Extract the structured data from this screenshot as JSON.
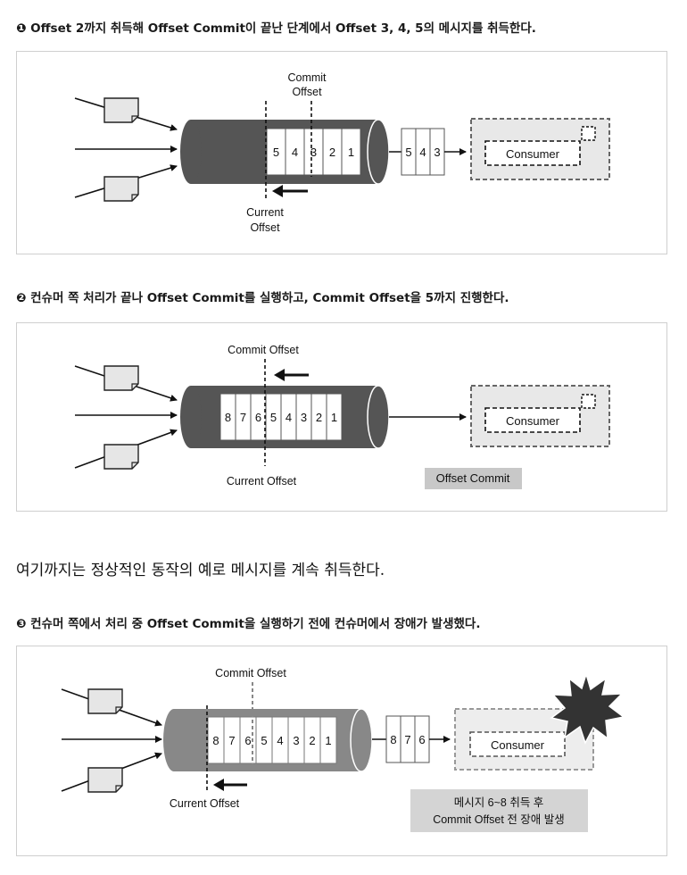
{
  "sections": [
    {
      "heading": "❶ Offset 2까지 취득해 Offset Commit이 끝난 단계에서 Offset 3, 4, 5의 메시지를 취득한다.",
      "queue_cells": [
        "5",
        "4",
        "3",
        "2",
        "1"
      ],
      "fetched_cells": [
        "5",
        "4",
        "3"
      ],
      "commit_label_1": "Commit",
      "commit_label_2": "Offset",
      "current_label_1": "Current",
      "current_label_2": "Offset",
      "consumer_label": "Consumer"
    },
    {
      "heading": "❷ 컨슈머 쪽 처리가 끝나 Offset Commit를 실행하고, Commit Offset을 5까지 진행한다.",
      "queue_cells": [
        "8",
        "7",
        "6",
        "5",
        "4",
        "3",
        "2",
        "1"
      ],
      "commit_label": "Commit Offset",
      "current_label": "Current Offset",
      "consumer_label": "Consumer",
      "badge": "Offset Commit"
    },
    {
      "heading": "❸ 컨슈머 쪽에서 처리 중 Offset Commit을 실행하기 전에 컨슈머에서 장애가 발생했다.",
      "queue_cells": [
        "8",
        "7",
        "6",
        "5",
        "4",
        "3",
        "2",
        "1"
      ],
      "fetched_cells": [
        "8",
        "7",
        "6"
      ],
      "commit_label": "Commit Offset",
      "current_label": "Current Offset",
      "consumer_label": "Consumer",
      "note_line_1": "메시지 6~8 취득 후",
      "note_line_2": "Commit Offset 전 장애 발생"
    }
  ],
  "paragraph": "여기까지는 정상적인 동작의 예로 메시지를 계속 취득한다."
}
